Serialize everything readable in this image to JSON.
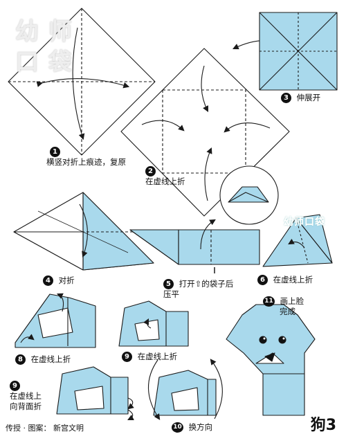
{
  "watermark": {
    "top": "幼 师",
    "bottom": "口 袋",
    "small": "幼师口袋"
  },
  "steps": [
    {
      "n": "1",
      "text": "横竖对折上痕迹，复原"
    },
    {
      "n": "2",
      "text": "在虚线上折"
    },
    {
      "n": "3",
      "text": "伸展开"
    },
    {
      "n": "4",
      "text": "对折"
    },
    {
      "n": "5",
      "text": "打开⇧的袋子后",
      "text2": "压平"
    },
    {
      "n": "6",
      "text": "在虚线上折"
    },
    {
      "n": "8",
      "text": "在虚线上折"
    },
    {
      "n": "9",
      "text": "在虚线上折"
    },
    {
      "n": "9",
      "text": "在虚线上",
      "text2": "向背面折"
    },
    {
      "n": "10",
      "text": "换方向"
    },
    {
      "n": "11",
      "text": "画上脸",
      "text2": "完成"
    }
  ],
  "credit": "传授 · 图案：  新宫文明",
  "title": "狗3",
  "colors": {
    "paper": "#a9d9ec",
    "line": "#1a1a1a"
  }
}
